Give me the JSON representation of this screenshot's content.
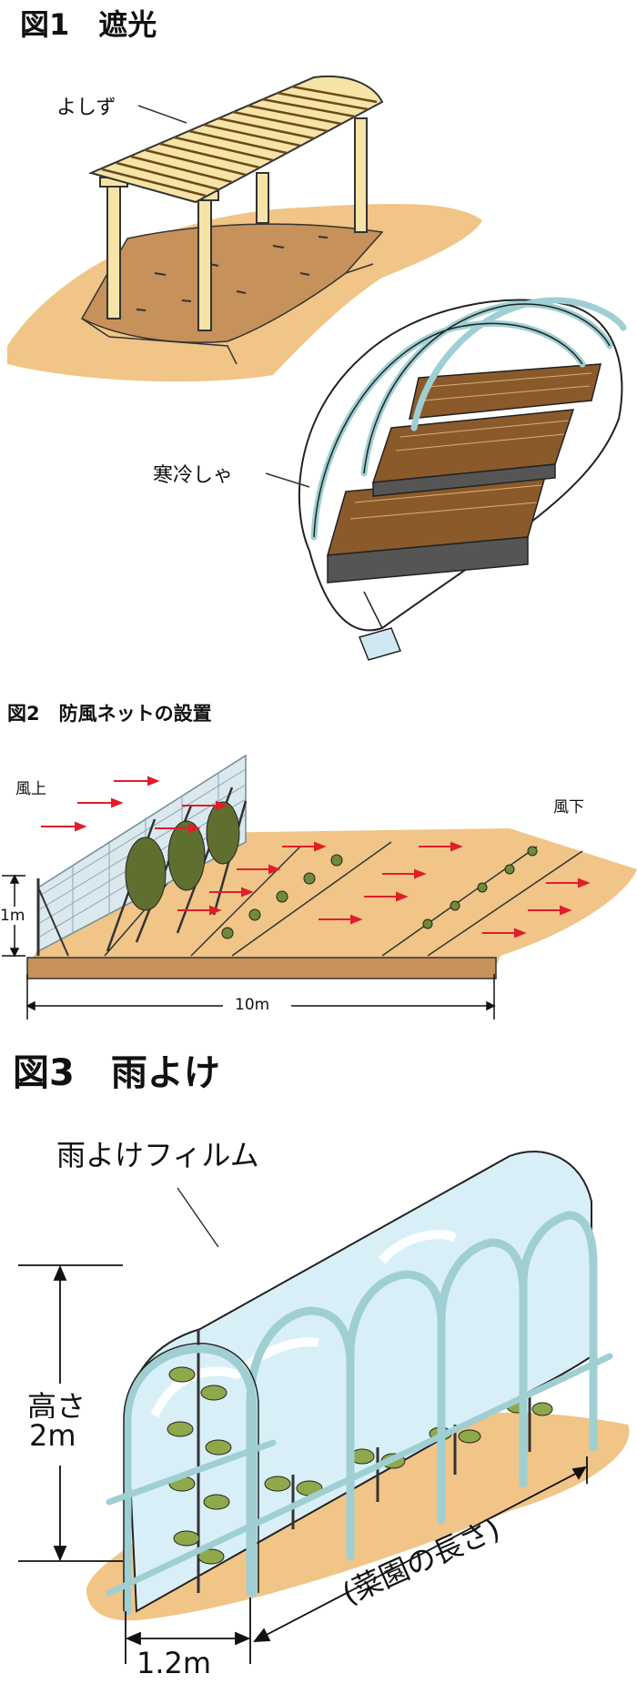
{
  "figure1": {
    "title": "図1　遮光",
    "label_yoshizu": "よしず",
    "label_kanreisha": "寒冷しゃ"
  },
  "figure2": {
    "title": "図2　防風ネットの設置",
    "label_windward": "風上",
    "label_leeward": "風下",
    "label_height": "1m",
    "label_width": "10m"
  },
  "figure3": {
    "title": "図3　雨よけ",
    "label_film": "雨よけフィルム",
    "label_height_1": "高さ",
    "label_height_2": "2m",
    "label_length": "(菜園の長さ)",
    "label_width": "1.2m"
  },
  "colors": {
    "soil": "#f0c587",
    "soil_dark": "#c6915a",
    "bed": "#d9a570",
    "wood": "#f6e3a6",
    "frame": "#9fcfd3",
    "film": "#d9eff8",
    "arrow_red": "#e01e2b",
    "net": "#8aa7b3",
    "plant": "#6f8a3a"
  }
}
